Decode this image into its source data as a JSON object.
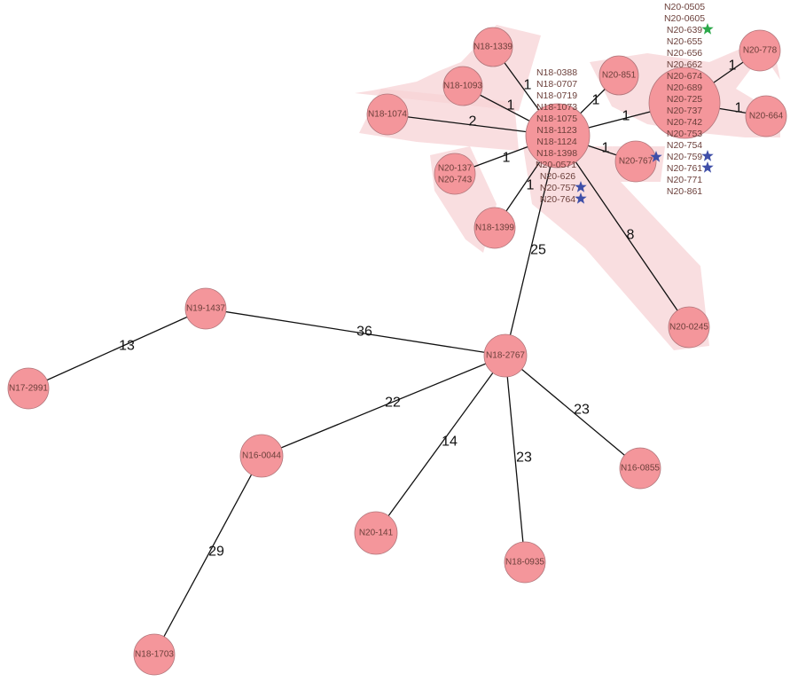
{
  "colors": {
    "node_fill": "#f4969b",
    "node_stroke": "#b0757a",
    "cluster_fill": "#f7d3d5",
    "label_text": "#6b3f3a",
    "star_blue": "#3f4fa8",
    "star_green": "#2ca84a",
    "edge": "#111111"
  },
  "nodes": [
    {
      "id": "c1",
      "label": "",
      "members": [
        "N18-0388",
        "N18-0707",
        "N18-0719",
        "N18-1073",
        "N18-1075",
        "N18-1123",
        "N18-1124",
        "N18-1398",
        "N20-0571",
        "N20-626",
        "N20-757",
        "N20-764"
      ],
      "starred": [
        "N20-757",
        "N20-764"
      ]
    },
    {
      "id": "c2",
      "label": "",
      "members": [
        "N20-0505",
        "N20-0605",
        "N20-639",
        "N20-655",
        "N20-656",
        "N20-662",
        "N20-674",
        "N20-689",
        "N20-725",
        "N20-737",
        "N20-742",
        "N20-753",
        "N20-754",
        "N20-759",
        "N20-761",
        "N20-771",
        "N20-861"
      ],
      "starred": [
        "N20-759",
        "N20-761"
      ],
      "green_starred": [
        "N20-639"
      ]
    },
    {
      "id": "n1339",
      "label": "N18-1339"
    },
    {
      "id": "n1093",
      "label": "N18-1093"
    },
    {
      "id": "n1074",
      "label": "N18-1074"
    },
    {
      "id": "n137",
      "label": "N20-137\nN20-743",
      "lines": [
        "N20-137",
        "N20-743"
      ]
    },
    {
      "id": "n1399",
      "label": "N18-1399"
    },
    {
      "id": "n851",
      "label": "N20-851"
    },
    {
      "id": "n767",
      "label": "N20-767",
      "starred_node": true
    },
    {
      "id": "n778",
      "label": "N20-778"
    },
    {
      "id": "n664",
      "label": "N20-664"
    },
    {
      "id": "n0245",
      "label": "N20-0245"
    },
    {
      "id": "n2767",
      "label": "N18-2767"
    },
    {
      "id": "n1437",
      "label": "N19-1437"
    },
    {
      "id": "n2991",
      "label": "N17-2991"
    },
    {
      "id": "n0044",
      "label": "N16-0044"
    },
    {
      "id": "n1703",
      "label": "N18-1703"
    },
    {
      "id": "n141",
      "label": "N20-141"
    },
    {
      "id": "n0935",
      "label": "N18-0935"
    },
    {
      "id": "n0855",
      "label": "N16-0855"
    }
  ],
  "edges": [
    {
      "from": "c1",
      "to": "n1339",
      "label": "1"
    },
    {
      "from": "c1",
      "to": "n1093",
      "label": "1"
    },
    {
      "from": "c1",
      "to": "n1074",
      "label": "2"
    },
    {
      "from": "c1",
      "to": "n137",
      "label": "1"
    },
    {
      "from": "c1",
      "to": "n1399",
      "label": "1"
    },
    {
      "from": "c1",
      "to": "n851",
      "label": "1"
    },
    {
      "from": "c1",
      "to": "c2",
      "label": "1"
    },
    {
      "from": "c1",
      "to": "n767",
      "label": "1"
    },
    {
      "from": "c2",
      "to": "n778",
      "label": "1"
    },
    {
      "from": "c2",
      "to": "n664",
      "label": "1"
    },
    {
      "from": "c1",
      "to": "n0245",
      "label": "8"
    },
    {
      "from": "c1",
      "to": "n2767",
      "label": "25"
    },
    {
      "from": "n2767",
      "to": "n1437",
      "label": "36"
    },
    {
      "from": "n1437",
      "to": "n2991",
      "label": "13"
    },
    {
      "from": "n2767",
      "to": "n0044",
      "label": "22"
    },
    {
      "from": "n0044",
      "to": "n1703",
      "label": "29"
    },
    {
      "from": "n2767",
      "to": "n141",
      "label": "14"
    },
    {
      "from": "n2767",
      "to": "n0935",
      "label": "23"
    },
    {
      "from": "n2767",
      "to": "n0855",
      "label": "23"
    }
  ]
}
